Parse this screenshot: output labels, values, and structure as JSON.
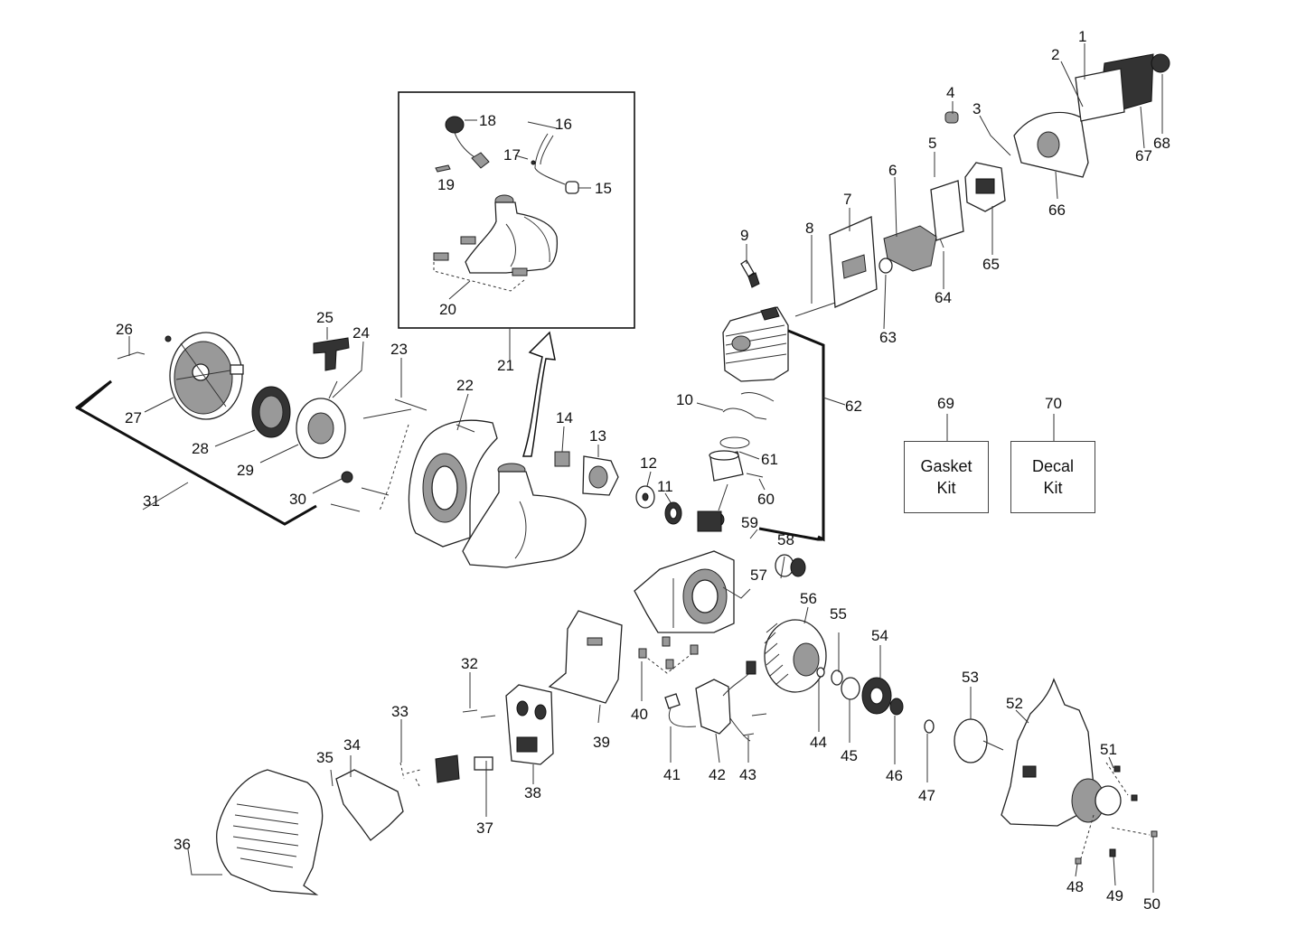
{
  "callouts": [
    "1",
    "2",
    "3",
    "4",
    "5",
    "6",
    "7",
    "8",
    "9",
    "10",
    "11",
    "12",
    "13",
    "14",
    "15",
    "16",
    "17",
    "18",
    "19",
    "20",
    "21",
    "22",
    "23",
    "24",
    "25",
    "26",
    "27",
    "28",
    "29",
    "30",
    "31",
    "32",
    "33",
    "34",
    "35",
    "36",
    "37",
    "38",
    "39",
    "40",
    "41",
    "42",
    "43",
    "44",
    "45",
    "46",
    "47",
    "48",
    "49",
    "50",
    "51",
    "52",
    "53",
    "54",
    "55",
    "56",
    "57",
    "58",
    "59",
    "60",
    "61",
    "62",
    "63",
    "64",
    "65",
    "66",
    "67",
    "68",
    "69",
    "70"
  ],
  "kits": {
    "gasket": {
      "line1": "Gasket",
      "line2": "Kit"
    },
    "decal": {
      "line1": "Decal",
      "line2": "Kit"
    }
  }
}
